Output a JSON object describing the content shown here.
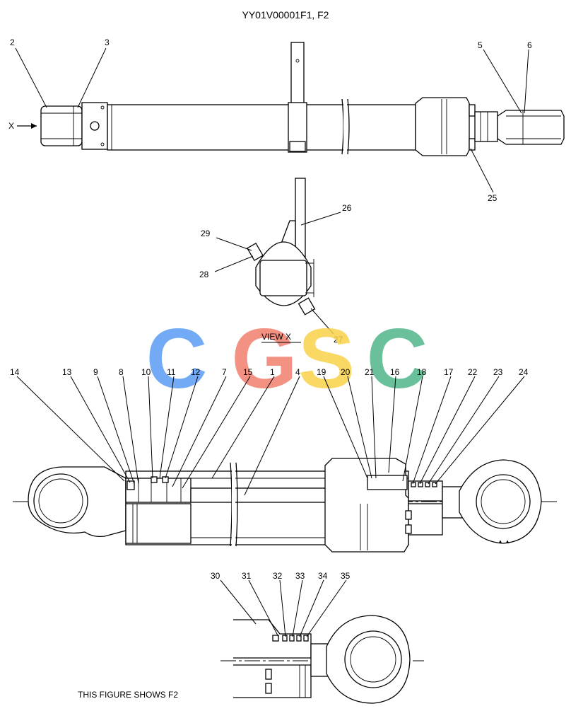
{
  "drawing": {
    "title": "YY01V00001F1, F2",
    "view_label": "VIEW   X",
    "view_arrow_label": "X",
    "figure_note": "THIS FIGURE SHOWS  F2"
  },
  "watermark": {
    "letters": [
      "C",
      "G",
      "S",
      "C"
    ],
    "colors": [
      "#5a9cf5",
      "#f17e6e",
      "#f8d24a",
      "#4fb68a"
    ]
  },
  "callouts": {
    "top_view": [
      "2",
      "3",
      "5",
      "6",
      "25"
    ],
    "view_x": [
      "26",
      "29",
      "28",
      "27"
    ],
    "section": [
      "14",
      "13",
      "9",
      "8",
      "10",
      "11",
      "12",
      "7",
      "15",
      "1",
      "4",
      "19",
      "20",
      "21",
      "16",
      "18",
      "17",
      "22",
      "23",
      "24"
    ],
    "detail_f2": [
      "30",
      "31",
      "32",
      "33",
      "34",
      "35"
    ]
  }
}
